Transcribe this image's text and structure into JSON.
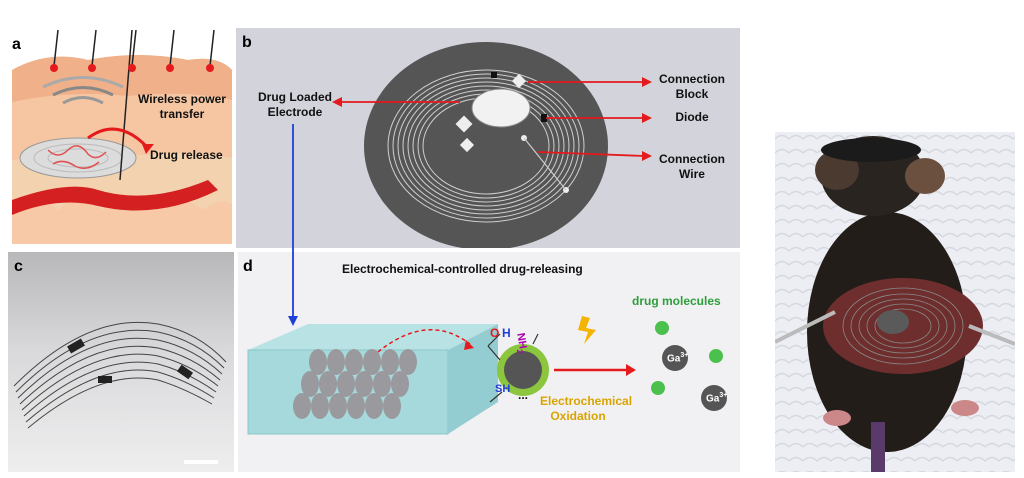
{
  "panels": {
    "a": {
      "label": "a",
      "wireless_power": "Wireless power transfer",
      "drug_release": "Drug release"
    },
    "b": {
      "label": "b",
      "drug_loaded_electrode": "Drug Loaded Electrode",
      "connection_block": "Connection Block",
      "diode": "Diode",
      "connection_wire": "Connection Wire"
    },
    "c": {
      "label": "c"
    },
    "d": {
      "label": "d",
      "title": "Electrochemical-controlled drug-releasing",
      "drug_molecules": "drug molecules",
      "electrochemical_oxidation": "Electrochemical Oxidation",
      "ga_ion": "Ga",
      "ga_charge": "3+",
      "group_oh_o": "O",
      "group_oh_h": "H",
      "group_nh2": "NH",
      "group_nh2_sub": "2",
      "group_sh": "SH",
      "ellipsis": "..."
    }
  },
  "colors": {
    "arrow_red": "#e41a1c",
    "arrow_blue": "#1f3fd6",
    "drug_green": "#2e9e3a",
    "oxidation_yellow": "#d9a400",
    "panel_b_bg": "#d3d3dc",
    "panel_d_bg": "#f1f1f4"
  }
}
